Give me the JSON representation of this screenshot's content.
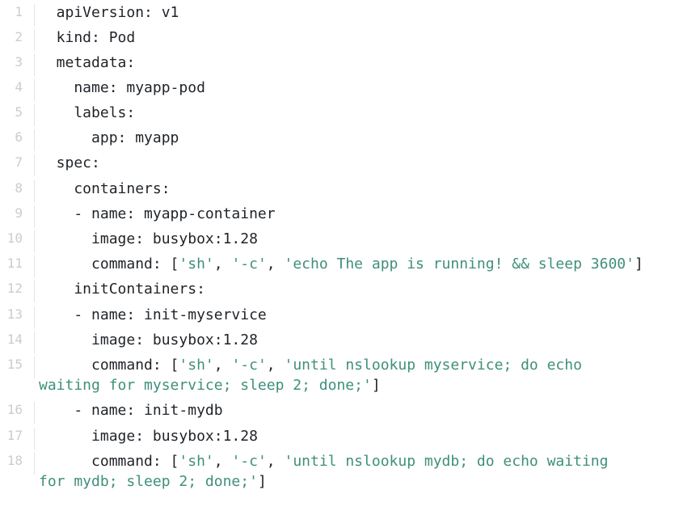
{
  "colors": {
    "background": "#ffffff",
    "code_text": "#1f2328",
    "line_number": "#c8cdd2",
    "string": "#3f8f7b",
    "gutter_rule": "#e1e4e8"
  },
  "lines": [
    {
      "num": "1",
      "text": "  apiVersion: v1"
    },
    {
      "num": "2",
      "text": "  kind: Pod"
    },
    {
      "num": "3",
      "text": "  metadata:"
    },
    {
      "num": "4",
      "text": "    name: myapp-pod"
    },
    {
      "num": "5",
      "text": "    labels:"
    },
    {
      "num": "6",
      "text": "      app: myapp"
    },
    {
      "num": "7",
      "text": "  spec:"
    },
    {
      "num": "8",
      "text": "    containers:"
    },
    {
      "num": "9",
      "text": "    - name: myapp-container"
    },
    {
      "num": "10",
      "text": "      image: busybox:1.28"
    },
    {
      "num": "11",
      "prefix": "      command: [",
      "s1": "'sh'",
      "c1": ", ",
      "s2": "'-c'",
      "c2": ", ",
      "s3": "'echo The app is running! && sleep 3600'",
      "suffix": "]"
    },
    {
      "num": "12",
      "text": "    initContainers:"
    },
    {
      "num": "13",
      "text": "    - name: init-myservice"
    },
    {
      "num": "14",
      "text": "      image: busybox:1.28"
    },
    {
      "num": "15",
      "prefix": "      command: [",
      "s1": "'sh'",
      "c1": ", ",
      "s2": "'-c'",
      "c2": ", ",
      "s3a": "'until nslookup myservice; do echo",
      "s3b": "waiting for myservice; sleep 2; done;'",
      "suffix": "]"
    },
    {
      "num": "16",
      "text": "    - name: init-mydb"
    },
    {
      "num": "17",
      "text": "      image: busybox:1.28"
    },
    {
      "num": "18",
      "prefix": "      command: [",
      "s1": "'sh'",
      "c1": ", ",
      "s2": "'-c'",
      "c2": ", ",
      "s3a": "'until nslookup mydb; do echo waiting",
      "s3b": "for mydb; sleep 2; done;'",
      "suffix": "]"
    }
  ]
}
